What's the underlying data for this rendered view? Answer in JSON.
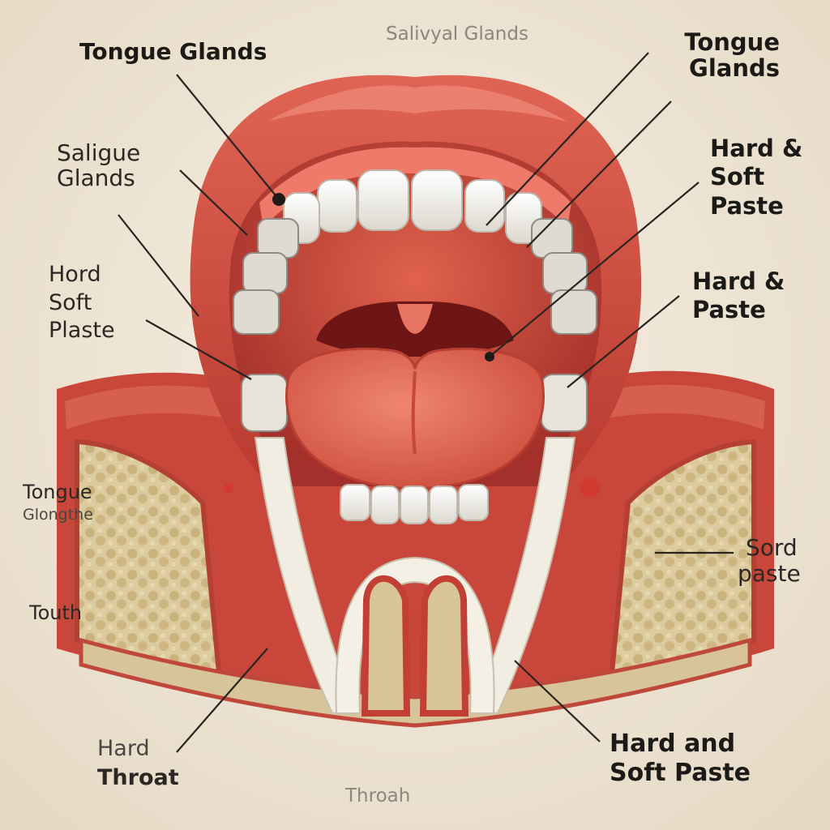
{
  "labels": {
    "top_center": "Salivyal Glands",
    "top_left": "Tongue Glands",
    "left_1": [
      "Saligue",
      "Glands"
    ],
    "left_2": [
      "Hord",
      "Soft",
      "Plaste"
    ],
    "left_3": [
      "Tongue",
      "Glongthe"
    ],
    "left_4": "Touth",
    "bottom_left": [
      "Hard",
      "Throat"
    ],
    "bottom_center": "Throah",
    "right_1": [
      "Tongue",
      "Glands"
    ],
    "right_2": [
      "Hard &",
      "Soft",
      "Paste"
    ],
    "right_3": [
      "Hard &",
      "Paste"
    ],
    "right_4": [
      "Sord",
      "paste"
    ],
    "bottom_right": [
      "Hard and",
      "Soft Paste"
    ]
  },
  "colors": {
    "background": "#efe6d6",
    "lip": "#cf4b3a",
    "tissue": "#c9473a",
    "tongue": "#de6a55",
    "tooth": "#f4f1ea",
    "bone": "#d8c597",
    "throat": "#7a1b1a",
    "leader": "#2a2420"
  },
  "icons": [
    "leader-dot"
  ]
}
